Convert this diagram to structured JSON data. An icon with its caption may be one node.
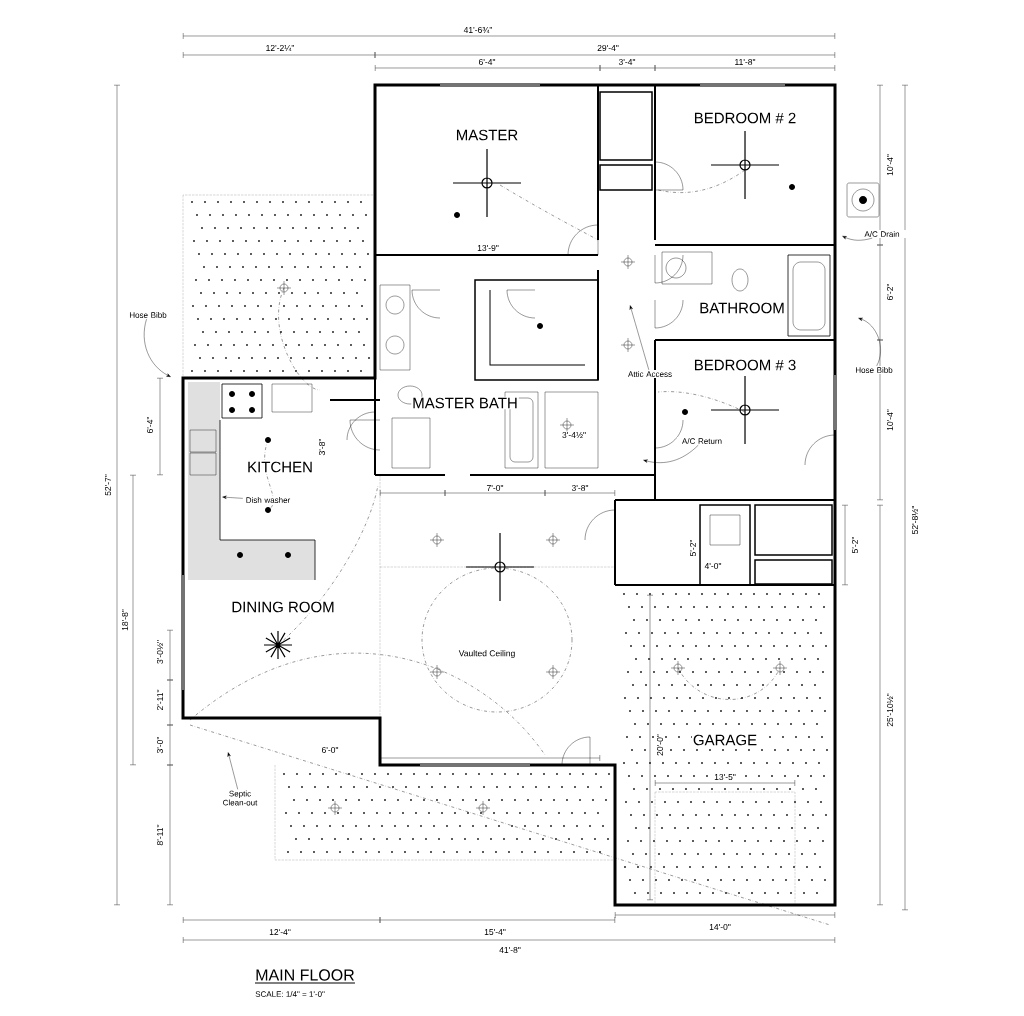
{
  "diagram": {
    "title": "MAIN FLOOR",
    "caption": "SCALE: 1/4\" = 1'-0\"",
    "nodes": [
      {
        "text": [
          "MASTER"
        ]
      },
      {
        "text": [
          "BEDROOM # 2"
        ]
      },
      {
        "text": [
          "BATHROOM"
        ]
      },
      {
        "text": [
          "BEDROOM # 3"
        ]
      },
      {
        "text": [
          "MASTER BATH"
        ]
      },
      {
        "text": [
          "KITCHEN"
        ]
      },
      {
        "text": [
          "DINING ROOM"
        ]
      },
      {
        "text": [
          "GARAGE"
        ]
      },
      {
        "text": [
          "Hose Bibb"
        ]
      },
      {
        "text": [
          "A/C Drain"
        ]
      },
      {
        "text": [
          "Hose Bibb"
        ]
      },
      {
        "text": [
          "Attic Access"
        ]
      },
      {
        "text": [
          "A/C Return"
        ]
      },
      {
        "text": [
          "Dish washer"
        ]
      },
      {
        "text": [
          "Septic Clean-out"
        ]
      }
    ],
    "edges": [
      {
        "from": 8,
        "to": null,
        "arrow": "to"
      },
      {
        "from": 9,
        "to": null,
        "arrow": "to"
      },
      {
        "from": 10,
        "to": null,
        "arrow": "to"
      },
      {
        "from": 11,
        "to": null,
        "arrow": "to"
      },
      {
        "from": 12,
        "to": null,
        "arrow": "to"
      },
      {
        "from": 13,
        "to": null,
        "arrow": "to"
      },
      {
        "from": 14,
        "to": null,
        "arrow": "to"
      }
    ],
    "labels": [
      "41'-6¾\"",
      "12'-2¼\"",
      "29'-4\"",
      "6'-4\"",
      "3'-4\"",
      "11'-8\"",
      "10'-4\"",
      "13'-9\"",
      "6'-2\"",
      "6'-4\"",
      "10'-4\"",
      "3'-8\"",
      "3'-4½\"",
      "52'-7\"",
      "7'-0\"",
      "3'-8\"",
      "52'-8½\"",
      "5'-2\"",
      "5'-2\"",
      "4'-0\"",
      "18'-8\"",
      "3'-0½\"",
      "Vaulted Ceiling",
      "2'-11\"",
      "25'-10½\"",
      "20'-0\"",
      "3'-0\"",
      "6'-0\"",
      "13'-5\"",
      "8'-11\"",
      "12'-4\"",
      "15'-4\"",
      "14'-0\"",
      "41'-8\""
    ]
  }
}
